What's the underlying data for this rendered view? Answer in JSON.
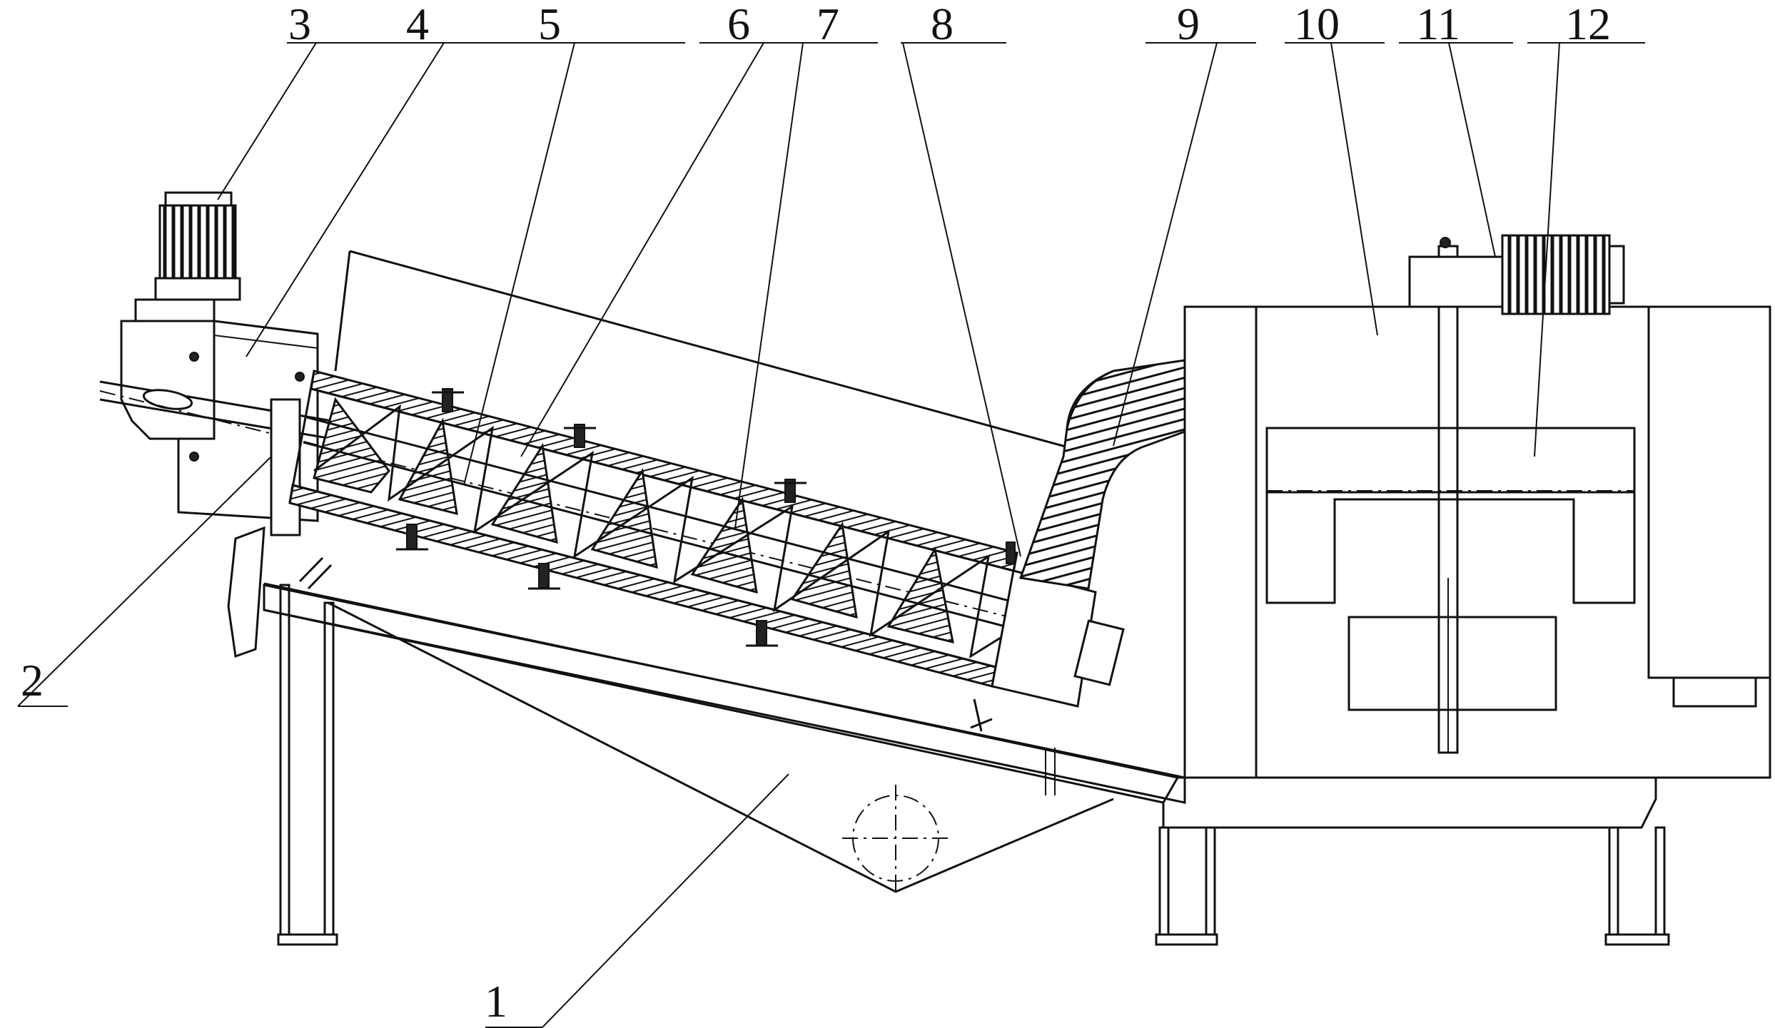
{
  "callouts": [
    {
      "number": "1",
      "target": "frame-hopper"
    },
    {
      "number": "2",
      "target": "feed-inlet"
    },
    {
      "number": "3",
      "target": "drive-motor"
    },
    {
      "number": "4",
      "target": "gear-reducer-housing"
    },
    {
      "number": "5",
      "target": "screw-shaft"
    },
    {
      "number": "6",
      "target": "screw-flight"
    },
    {
      "number": "7",
      "target": "filter-drum"
    },
    {
      "number": "8",
      "target": "discharge-outlet"
    },
    {
      "number": "9",
      "target": "flexible-hose"
    },
    {
      "number": "10",
      "target": "dryer-cabinet"
    },
    {
      "number": "11",
      "target": "cabinet-motor"
    },
    {
      "number": "12",
      "target": "cabinet-chamber"
    }
  ]
}
